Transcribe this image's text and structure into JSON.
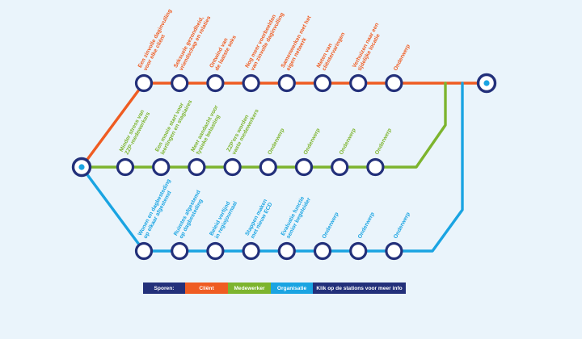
{
  "colors": {
    "client": "#ef5c22",
    "medewerker": "#7db42e",
    "organisatie": "#1aa4e2",
    "navy": "#23307a",
    "background": "#eaf4fb"
  },
  "legend": {
    "title": "Sporen:",
    "client": "Cliënt",
    "medewerker": "Medewerker",
    "organisatie": "Organisatie",
    "info": "Klik op de stations voor meer info"
  },
  "lines": {
    "client": {
      "stations": [
        [
          "Een zinvolle daginvulling",
          "voor elke cliënt"
        ],
        [
          "Seksuele gezondheid,",
          "vriendschap en relaties"
        ],
        [
          "Ontwind van",
          "de laatste seks"
        ],
        [
          "Nog meer voorbeelden",
          "van zinvolle daginvulling"
        ],
        [
          "Samenwerken met het",
          "eigen netwerk"
        ],
        [
          "Meten van",
          "cliëntervaringen"
        ],
        [
          "Verhuizen naar een",
          "tijdelijke locatie"
        ],
        [
          "Onderwerp"
        ]
      ]
    },
    "medewerker": {
      "stations": [
        [
          "Minder stress van",
          "ZZP-medewerkers"
        ],
        [
          "Een mooie start voor",
          "leerlingen en stagiaires"
        ],
        [
          "Meer aandacht voor",
          "fysieke belasting"
        ],
        [
          "ZZP'ers worden",
          "vaste medewerkers"
        ],
        [
          "Onderwerp"
        ],
        [
          "Onderwerp"
        ],
        [
          "Onderwerp"
        ],
        [
          "Onderwerp"
        ]
      ]
    },
    "organisatie": {
      "stations": [
        [
          "Wonen en dagbesteding",
          "op elkaar afgestemd"
        ],
        [
          "Ruimtes afgestemd",
          "op dagbesteding"
        ],
        [
          "Beleid verfijnd",
          "in regiojournaal"
        ],
        [
          "Stappen maken",
          "met nieuw ECD"
        ],
        [
          "Evaluatie functie",
          "senior begeleider"
        ],
        [
          "Onderwerp"
        ],
        [
          "Onderwerp"
        ],
        [
          "Onderwerp"
        ]
      ]
    }
  }
}
